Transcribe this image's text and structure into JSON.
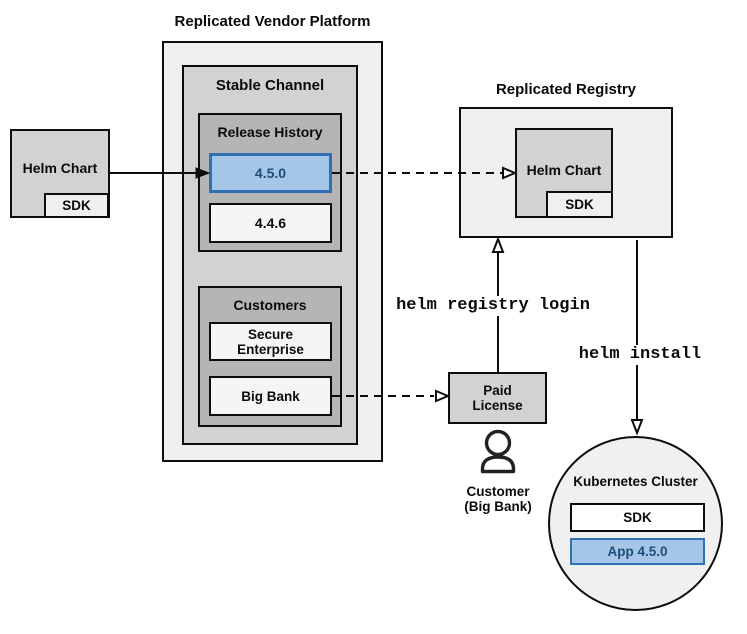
{
  "diagram": {
    "platform": {
      "title": "Replicated Vendor Platform",
      "stable_channel": {
        "label": "Stable Channel",
        "release_history": {
          "label": "Release History",
          "versions": [
            {
              "label": "4.5.0",
              "highlighted": true
            },
            {
              "label": "4.4.6",
              "highlighted": false
            }
          ]
        },
        "customers": {
          "label": "Customers",
          "items": [
            "Secure\nEnterprise",
            "Big Bank"
          ]
        }
      }
    },
    "source_chart": {
      "label": "Helm Chart",
      "sdk_label": "SDK"
    },
    "registry": {
      "title": "Replicated Registry",
      "chart_label": "Helm Chart",
      "sdk_label": "SDK"
    },
    "paid_license": {
      "label": "Paid\nLicense"
    },
    "customer": {
      "caption": "Customer\n(Big Bank)"
    },
    "cluster": {
      "title": "Kubernetes Cluster",
      "sdk_label": "SDK",
      "app_label": "App 4.5.0"
    },
    "commands": {
      "registry_login": "helm registry login",
      "install": "helm install"
    },
    "colors": {
      "highlight_fill": "#a6c6e7",
      "highlight_border": "#3070b3",
      "highlight_text": "#1f4e79",
      "container_fill": "#f0f0f0",
      "panel_fill": "#d2d2d2",
      "inner_panel_fill": "#b5b5b5",
      "item_fill": "#f5f5f5",
      "border": "#0d0d0d"
    }
  }
}
